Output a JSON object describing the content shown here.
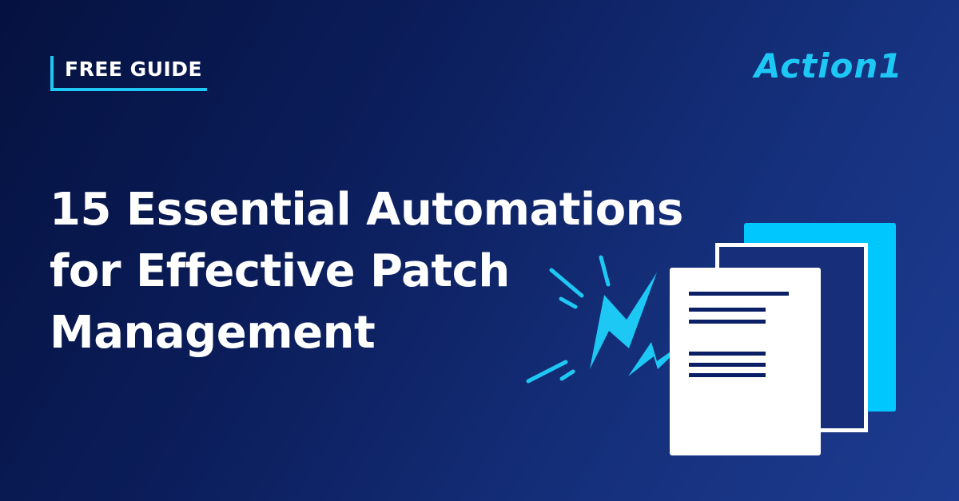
{
  "badge": {
    "label": "FREE GUIDE"
  },
  "brand": {
    "logo_text": "Action1"
  },
  "headline": {
    "lines": [
      "15 Essential Automations",
      "for Effective Patch",
      "Management"
    ]
  },
  "illustration": {
    "icons": [
      "lightning-bolt-icon",
      "document-stack-icon"
    ]
  },
  "colors": {
    "background_start": "#051240",
    "background_end": "#1d3b90",
    "accent": "#1ec8f5",
    "text": "#ffffff",
    "doc_lines": "#0b1f66"
  }
}
